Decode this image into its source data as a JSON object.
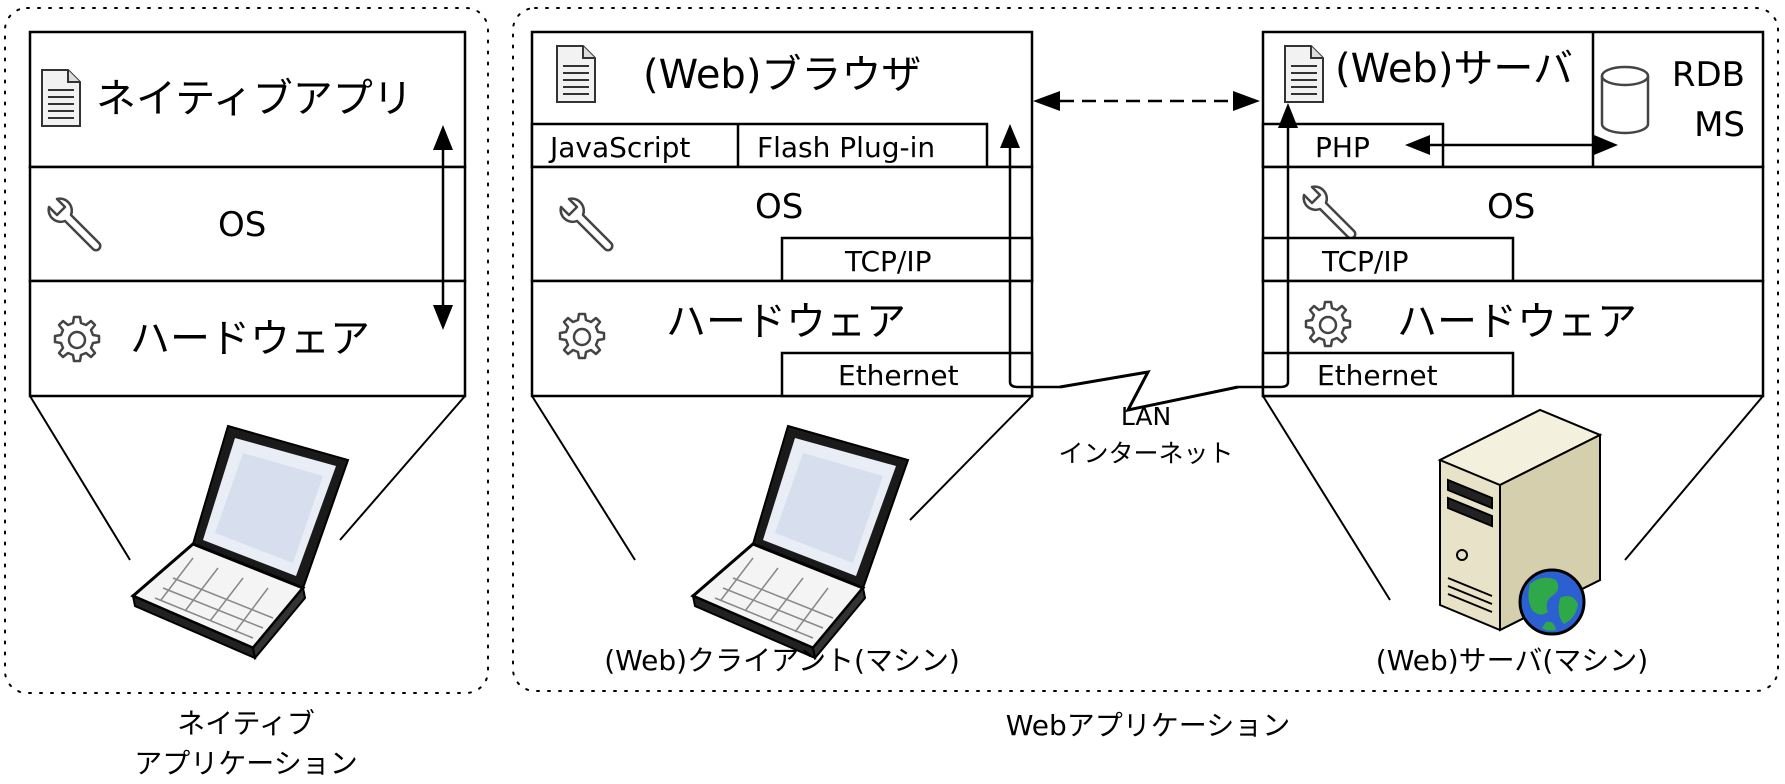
{
  "native": {
    "app_label": "ネイティブアプリ",
    "os_label": "OS",
    "hw_label": "ハードウェア",
    "caption_line1": "ネイティブ",
    "caption_line2": "アプリケーション"
  },
  "client": {
    "browser_label": "(Web)ブラウザ",
    "plugin_js": "JavaScript",
    "plugin_flash": "Flash Plug-in",
    "os_label": "OS",
    "tcpip_label": "TCP/IP",
    "hw_label": "ハードウェア",
    "ethernet_label": "Ethernet",
    "caption": "(Web)クライアント(マシン)"
  },
  "network": {
    "label_line1": "LAN",
    "label_line2": "インターネット"
  },
  "server": {
    "server_label": "(Web)サーバ",
    "rdbms_line1": "RDB",
    "rdbms_line2": "MS",
    "php_label": "PHP",
    "os_label": "OS",
    "tcpip_label": "TCP/IP",
    "hw_label": "ハードウェア",
    "ethernet_label": "Ethernet",
    "caption": "(Web)サーバ(マシン)"
  },
  "web_caption": "Webアプリケーション",
  "icons": [
    "document-icon",
    "wrench-icon",
    "gear-icon",
    "laptop-icon",
    "database-icon",
    "server-tower-icon",
    "globe-icon",
    "lightning-icon"
  ]
}
